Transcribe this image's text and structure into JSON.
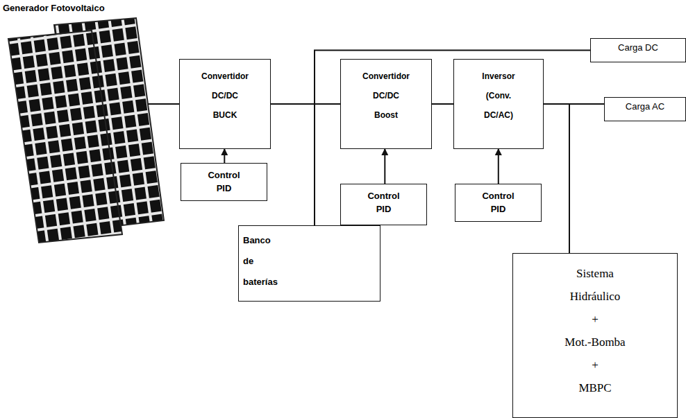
{
  "diagram": {
    "nodes": [
      {
        "text": [
          "Generador Fotovoltaico"
        ]
      },
      {
        "text": [
          "Convertidor DC/DC BUCK"
        ]
      },
      {
        "text": [
          "Convertidor DC/DC Boost"
        ]
      },
      {
        "text": [
          "Inversor (Conv. DC/AC)"
        ]
      },
      {
        "text": [
          "Carga DC"
        ]
      },
      {
        "text": [
          "Carga AC"
        ]
      },
      {
        "text": [
          "Control PID"
        ]
      },
      {
        "text": [
          "Control PID"
        ]
      },
      {
        "text": [
          "Control PID"
        ]
      },
      {
        "text": [
          "Banco de baterías"
        ]
      },
      {
        "text": [
          "Sistema Hidráulico + Mot.-Bomba + MBPC"
        ]
      }
    ],
    "edges": [
      {
        "from": 0,
        "to": 1,
        "arrow": "none"
      },
      {
        "from": 1,
        "to": 2,
        "arrow": "none"
      },
      {
        "from": 2,
        "to": 3,
        "arrow": "none"
      },
      {
        "from": 3,
        "to": 5,
        "arrow": "none"
      },
      {
        "from": 3,
        "to": 10,
        "arrow": "none"
      },
      {
        "from": 1,
        "to": 9,
        "arrow": "none"
      },
      {
        "from": 9,
        "to": 4,
        "arrow": "none"
      },
      {
        "from": 6,
        "to": 1,
        "arrow": "to"
      },
      {
        "from": 7,
        "to": 2,
        "arrow": "to"
      },
      {
        "from": 8,
        "to": 3,
        "arrow": "to"
      }
    ]
  }
}
